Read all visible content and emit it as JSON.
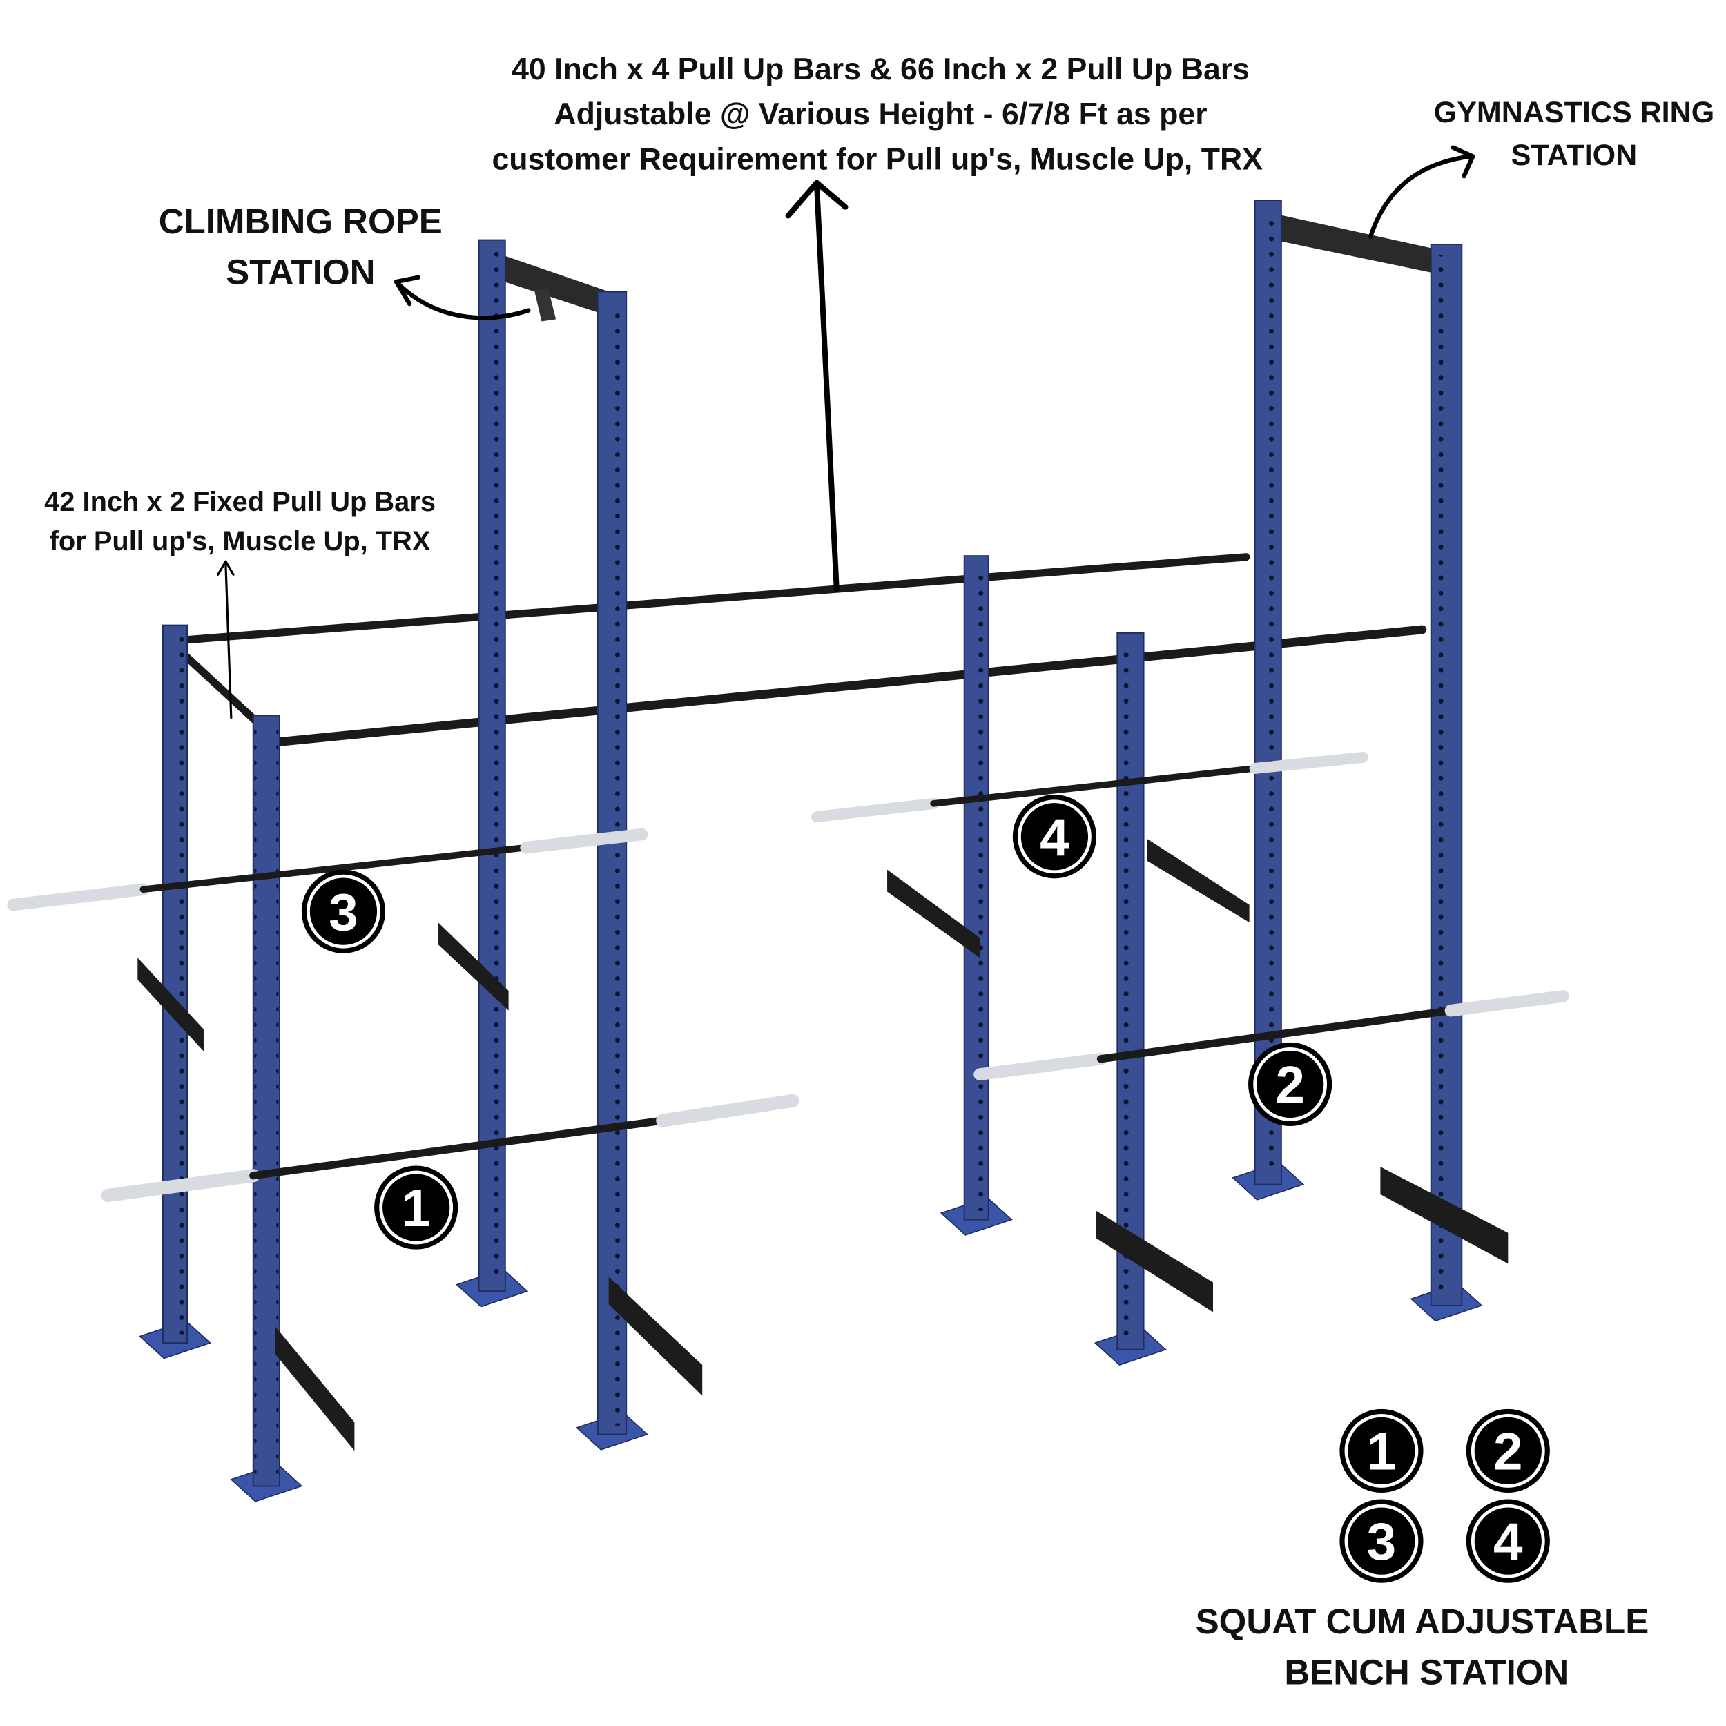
{
  "labels": {
    "pullup_bars": [
      "40 Inch x 4 Pull Up Bars & 66 Inch x 2 Pull Up Bars",
      "Adjustable @ Various Height - 6/7/8 Ft as per",
      "customer Requirement for Pull up's, Muscle Up, TRX"
    ],
    "gymnastics": [
      "GYMNASTICS RING",
      "STATION"
    ],
    "climbing_rope": [
      "CLIMBING ROPE",
      "STATION"
    ],
    "fixed_bars": [
      "42 Inch x 2 Fixed Pull Up Bars",
      "for Pull up's, Muscle Up, TRX"
    ],
    "squat_station": [
      "SQUAT CUM ADJUSTABLE",
      "BENCH STATION"
    ]
  },
  "station_numbers": {
    "one": "1",
    "two": "2",
    "three": "3",
    "four": "4"
  },
  "colors": {
    "frame": "#3a4f93",
    "bars": "#1a1a1a",
    "background": "#ffffff"
  }
}
